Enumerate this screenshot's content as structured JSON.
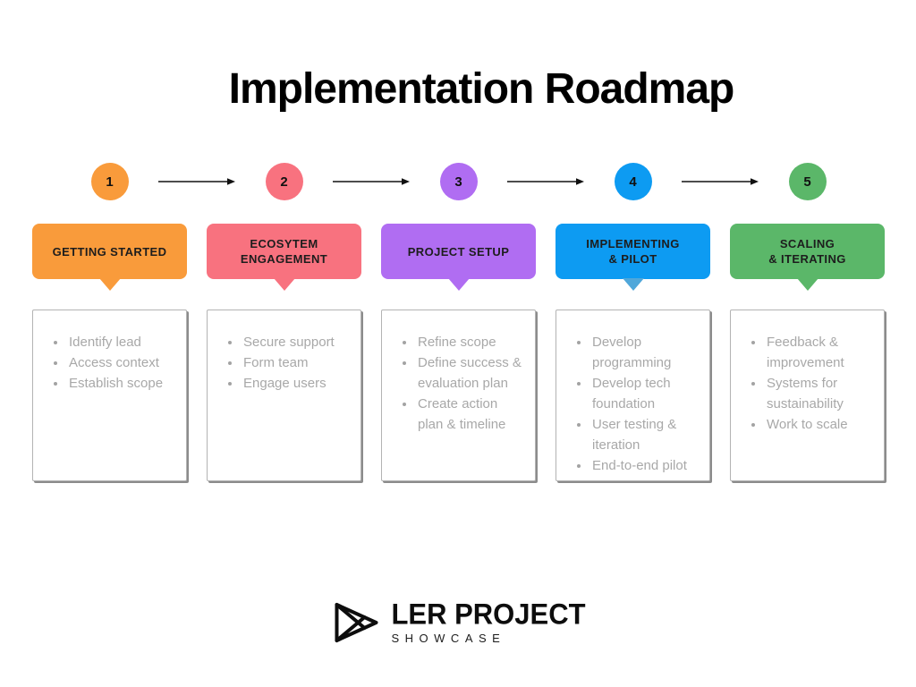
{
  "title": "Implementation Roadmap",
  "palette": {
    "step1": "#F99B3B",
    "step2": "#F8727F",
    "step3": "#B06DF2",
    "step4": "#0D9BF2",
    "step5": "#5BB769",
    "step4_tail": "#4FA7DA",
    "body_text": "#A8A8A8",
    "box_border": "#B3B3B3",
    "title_text": "#000000"
  },
  "steps": [
    {
      "number": "1",
      "color": "#F99B3B"
    },
    {
      "number": "2",
      "color": "#F8727F"
    },
    {
      "number": "3",
      "color": "#B06DF2"
    },
    {
      "number": "4",
      "color": "#0D9BF2"
    },
    {
      "number": "5",
      "color": "#5BB769"
    }
  ],
  "connector_icon": "arrow-right-icon",
  "columns": [
    {
      "title": "GETTING STARTED",
      "color": "#F99B3B",
      "items": [
        "Identify lead",
        "Access context",
        "Establish scope"
      ]
    },
    {
      "title": "ECOSYTEM\nENGAGEMENT",
      "color": "#F8727F",
      "items": [
        "Secure support",
        "Form team",
        "Engage users"
      ]
    },
    {
      "title": "PROJECT SETUP",
      "color": "#B06DF2",
      "items": [
        "Refine scope",
        "Define success & evaluation plan",
        "Create action plan & timeline"
      ]
    },
    {
      "title": "IMPLEMENTING\n& PILOT",
      "color": "#0D9BF2",
      "tail_color": "#4FA7DA",
      "items": [
        "Develop programming",
        "Develop tech foundation",
        "User testing & iteration",
        "End-to-end pilot"
      ]
    },
    {
      "title": "SCALING\n& ITERATING",
      "color": "#5BB769",
      "items": [
        "Feedback & improvement",
        "Systems for sustainability",
        "Work to scale"
      ]
    }
  ],
  "logo": {
    "name": "LER PROJECT",
    "subtitle": "SHOWCASE",
    "icon": "play-triangle-icon"
  }
}
